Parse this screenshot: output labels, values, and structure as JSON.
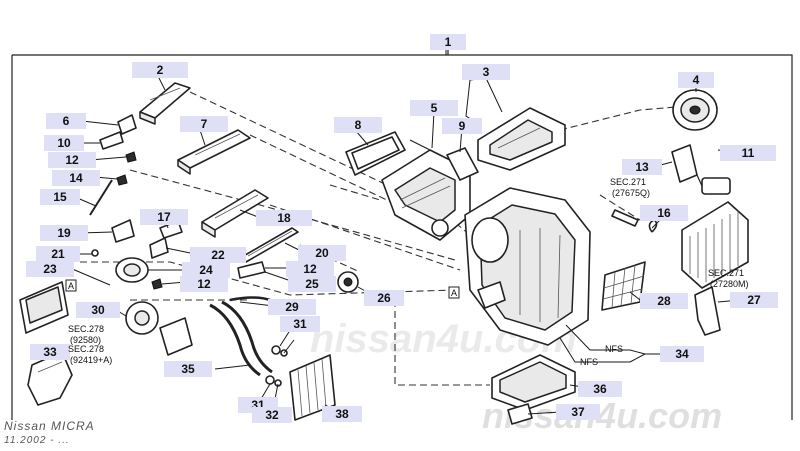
{
  "callouts": [
    "1",
    "2",
    "3",
    "4",
    "5",
    "6",
    "7",
    "8",
    "9",
    "10",
    "11",
    "12",
    "12",
    "12",
    "12",
    "13",
    "14",
    "15",
    "16",
    "17",
    "18",
    "19",
    "20",
    "21",
    "22",
    "23",
    "24",
    "25",
    "26",
    "27",
    "28",
    "29",
    "30",
    "31",
    "31",
    "32",
    "33",
    "34",
    "35",
    "36",
    "37",
    "38"
  ],
  "refs": {
    "sec271_a": "SEC.271",
    "sec271_a_code": "(27675Q)",
    "sec271_b": "SEC.271",
    "sec271_b_code": "(27280M)",
    "sec278_a": "SEC.278",
    "sec278_a_code": "(92580)",
    "sec278_b": "SEC.278",
    "sec278_b_code": "(92419+A)",
    "nfs_1": "NFS",
    "nfs_2": "NFS",
    "marker_a1": "A",
    "marker_a2": "A"
  },
  "watermarks": [
    "nissan4u.com",
    "nissan4u.com"
  ],
  "footer": {
    "model": "Nissan MICRA",
    "date": "11.2002 - ..."
  }
}
